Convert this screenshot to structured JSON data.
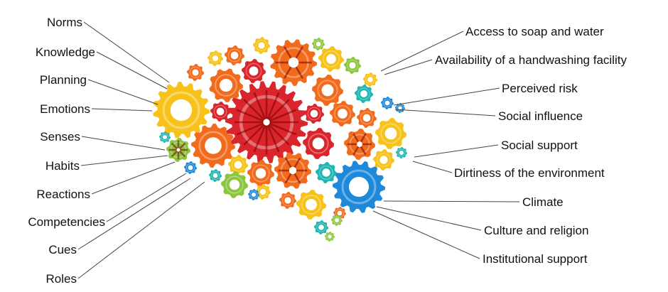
{
  "diagram": {
    "left_labels": [
      "Norms",
      "Knowledge",
      "Planning",
      "Emotions",
      "Senses",
      "Habits",
      "Reactions",
      "Competencies",
      "Cues",
      "Roles"
    ],
    "right_labels": [
      "Access to soap and water",
      "Availability of a handwashing facility",
      "Perceived risk",
      "Social influence",
      "Social support",
      "Dirtiness of the environment",
      "Climate",
      "Culture and religion",
      "Institutional support"
    ],
    "image_subject": "brain-of-colorful-gears",
    "colors": {
      "red": "#d9252b",
      "orange": "#f26b1d",
      "yellow": "#f7c21a",
      "green": "#8cc63f",
      "blue": "#1e88d9",
      "teal": "#1fb5b0",
      "label": "#111111",
      "line": "#444444"
    }
  }
}
